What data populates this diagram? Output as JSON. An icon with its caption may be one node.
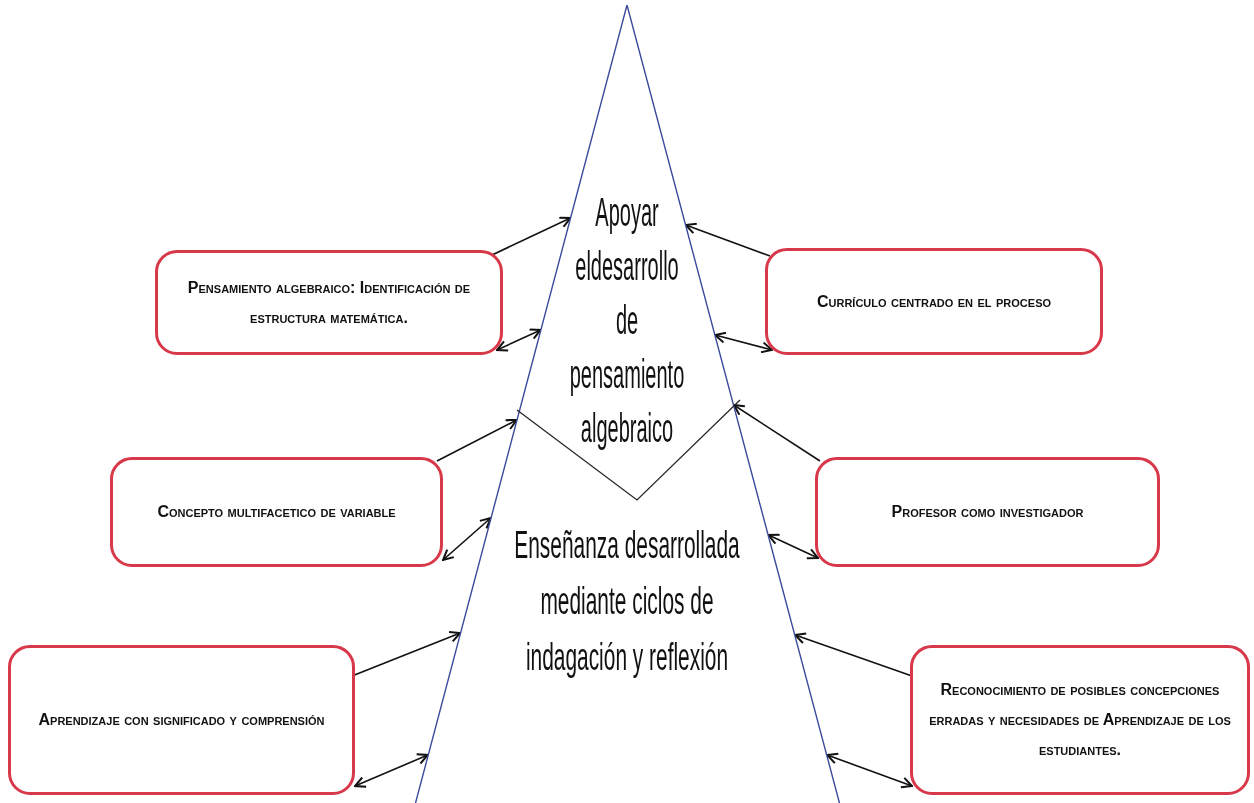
{
  "diagram": {
    "nodes": [
      {
        "text": [
          "Apoyar eldesarrollo de pensamiento algebraico",
          "Enseñanza desarrollada mediante ciclos de indagación y reflexión"
        ]
      },
      {
        "text": [
          "Pensamiento algebraico: Identificación de estructura matemática."
        ]
      },
      {
        "text": [
          "Currículo centrado en el proceso"
        ]
      },
      {
        "text": [
          "Concepto multifacetico de variable"
        ]
      },
      {
        "text": [
          "Profesor como investigador"
        ]
      },
      {
        "text": [
          "Aprendizaje con significado y comprensión"
        ]
      },
      {
        "text": [
          "Reconocimiento de posibles concepciones erradas y necesidades de Aprendizaje de los estudiantes."
        ]
      }
    ],
    "edges": [
      {
        "from": 1,
        "to": 0,
        "arrow": "to"
      },
      {
        "from": 1,
        "to": 0,
        "arrow": "both"
      },
      {
        "from": 2,
        "to": 0,
        "arrow": "to"
      },
      {
        "from": 2,
        "to": 0,
        "arrow": "both"
      },
      {
        "from": 3,
        "to": 0,
        "arrow": "to"
      },
      {
        "from": 3,
        "to": 0,
        "arrow": "both"
      },
      {
        "from": 4,
        "to": 0,
        "arrow": "to"
      },
      {
        "from": 4,
        "to": 0,
        "arrow": "both"
      },
      {
        "from": 5,
        "to": 0,
        "arrow": "to"
      },
      {
        "from": 5,
        "to": 0,
        "arrow": "both"
      },
      {
        "from": 6,
        "to": 0,
        "arrow": "to"
      },
      {
        "from": 6,
        "to": 0,
        "arrow": "both"
      }
    ]
  }
}
